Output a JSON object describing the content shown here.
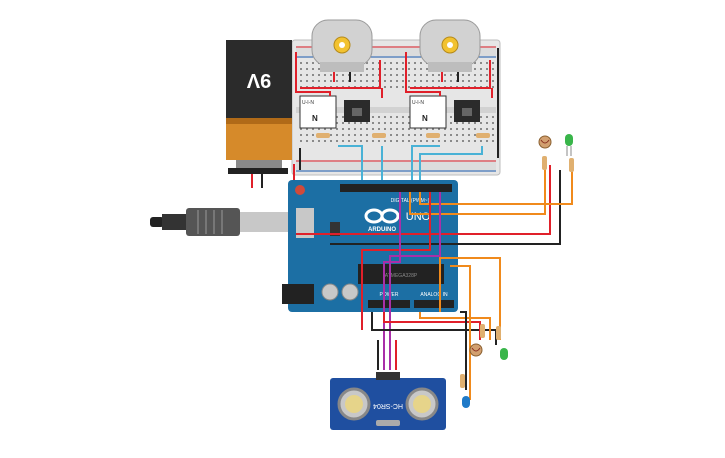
{
  "battery": {
    "label": "9V"
  },
  "motor_driver": {
    "left_label": "U-I-N",
    "right_label": "U-I-N",
    "mark": "N"
  },
  "arduino": {
    "logo_text": "ARDUINO",
    "model": "UNO",
    "digital_label": "DIGITAL (PWM~)",
    "power_label": "POWER",
    "analog_label": "ANALOG IN",
    "chip_label": "ATMEGA328P"
  },
  "sensor": {
    "label": "HC-SR04"
  },
  "colors": {
    "breadboard": "#e6e6e6",
    "arduino_board": "#1c6fa4",
    "wire_red": "#e0202a",
    "wire_black": "#222222",
    "wire_orange": "#f08a1c",
    "wire_blue": "#49b2d6",
    "wire_purple": "#a92fa8",
    "led_green": "#39b54a",
    "led_blue": "#1f7ac8",
    "battery_body": "#2b2b2b",
    "battery_base": "#d68a2a"
  },
  "icons": [
    "battery-icon",
    "dc-motor-icon",
    "usb-cable-icon",
    "arduino-infinity-logo",
    "ultrasonic-sensor-icon",
    "led-icon",
    "photoresistor-icon",
    "resistor-icon"
  ]
}
